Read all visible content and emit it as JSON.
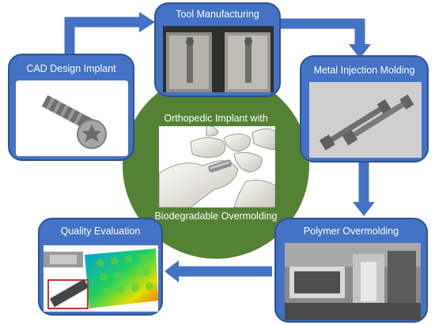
{
  "center": {
    "title_top": "Orthopedic Implant with",
    "title_bottom": "Biodegradable  Overmolding"
  },
  "steps": {
    "tool_manufacturing": "Tool Manufacturing",
    "cad_design": "CAD Design Implant",
    "metal_injection": "Metal Injection Molding",
    "polymer_overmolding": "Polymer Overmolding",
    "quality_evaluation": "Quality Evaluation"
  },
  "colors": {
    "box_fill": "#4472c4",
    "box_border": "#2f528f",
    "center_circle": "#548235",
    "arrow": "#4472c4"
  }
}
